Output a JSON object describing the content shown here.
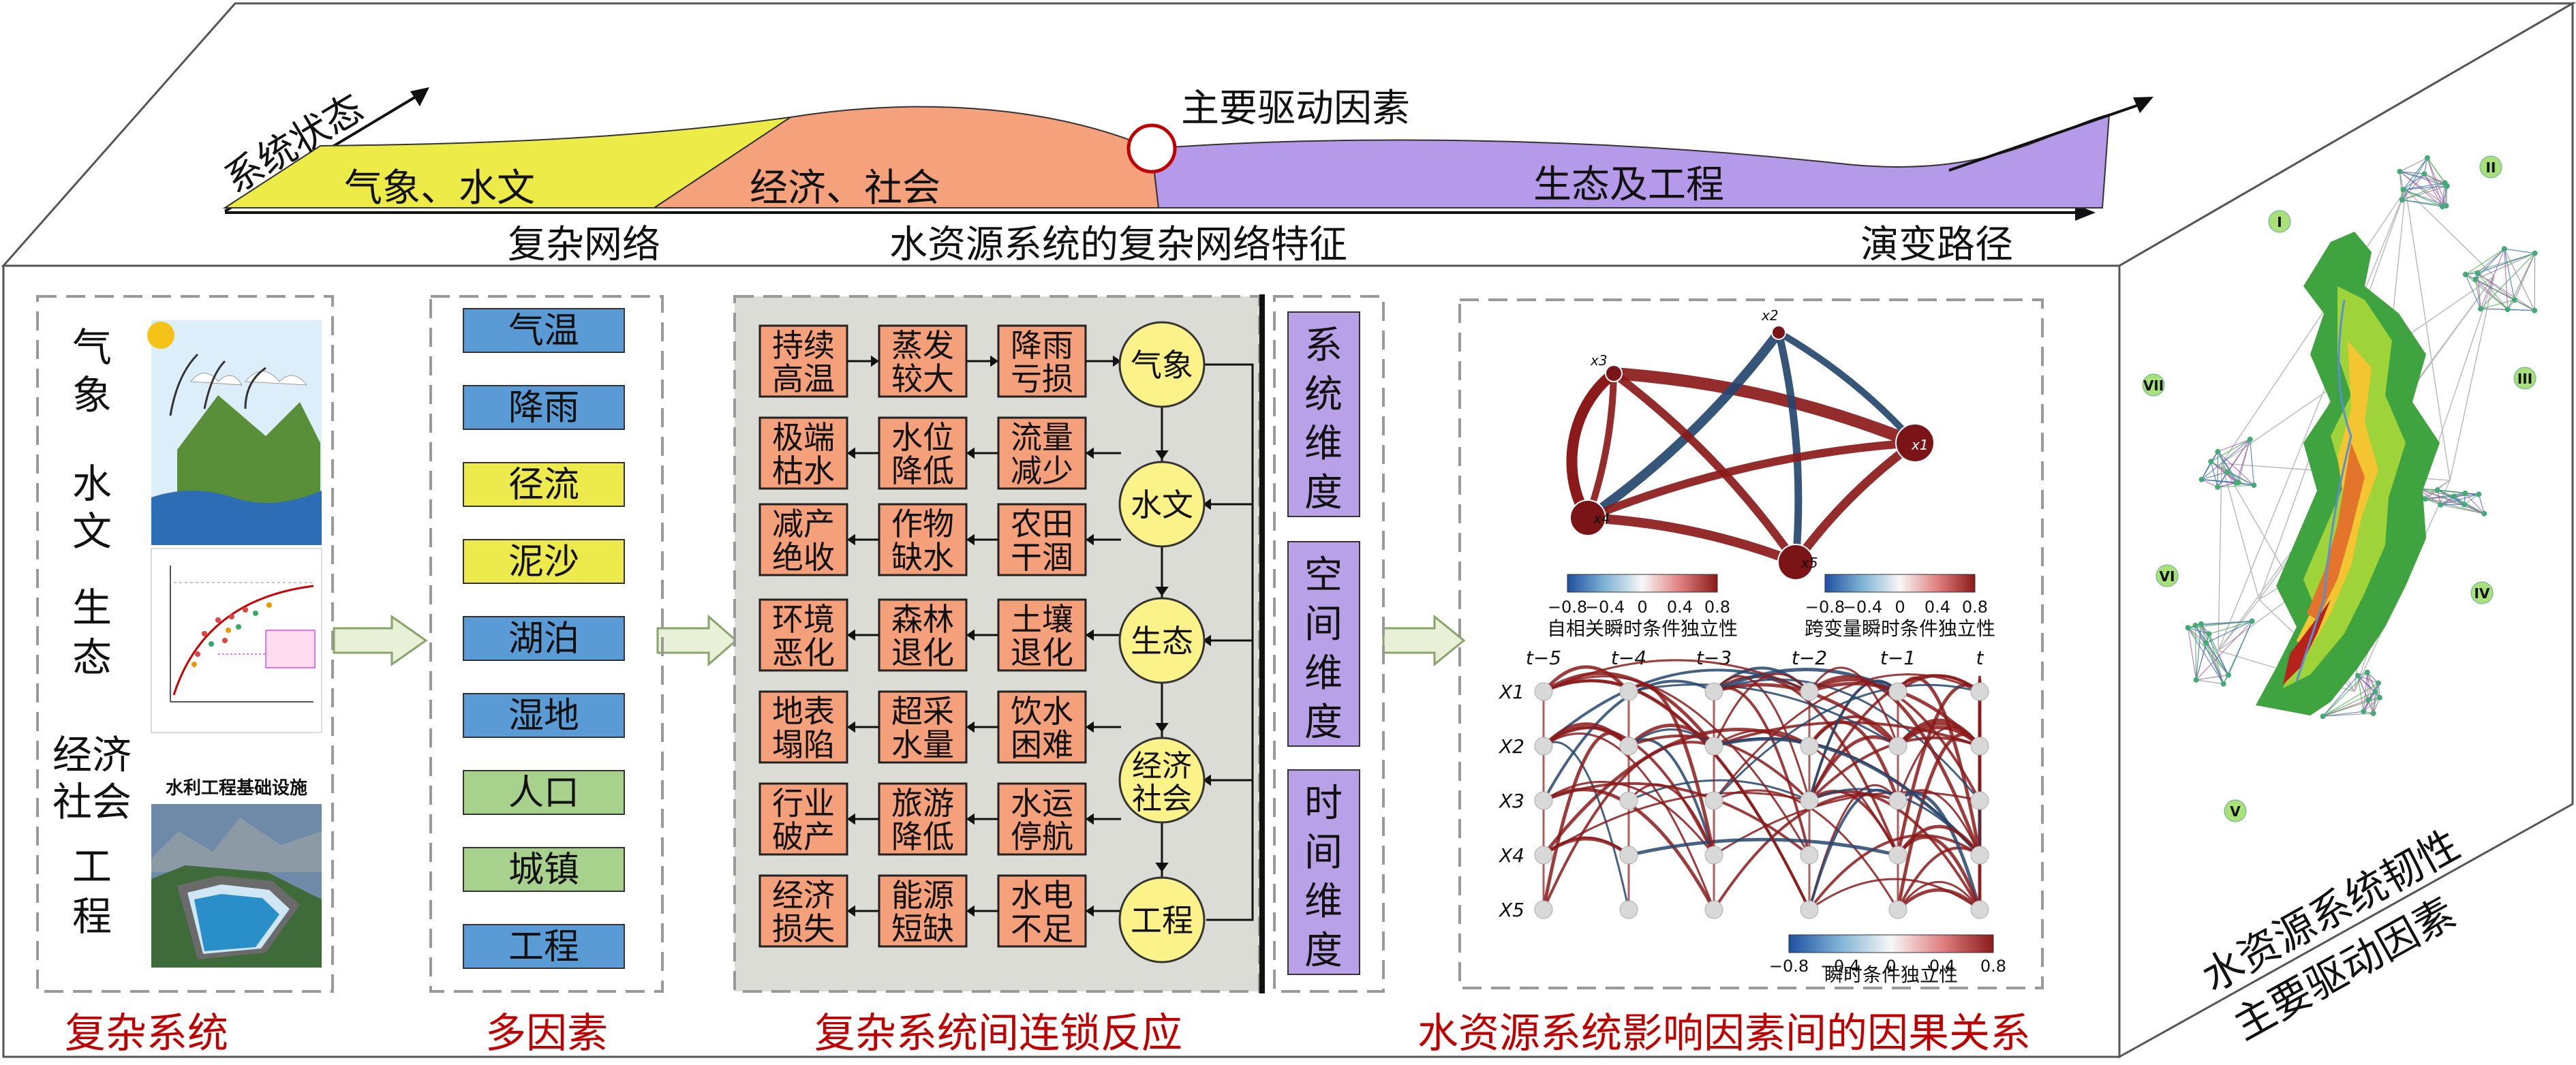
{
  "top": {
    "axis_label": "系统状态",
    "band1": "气象、水文",
    "band2": "经济、社会",
    "band3": "生态及工程",
    "main_driver": "主要驱动因素",
    "bottom_left": "复杂网络",
    "bottom_mid": "水资源系统的复杂网络特征",
    "bottom_right": "演变路径"
  },
  "panel1": {
    "labels": [
      "气",
      "象",
      "水",
      "文",
      "生",
      "态",
      "经济",
      "社会",
      "工",
      "程"
    ],
    "photo_caption": "水利工程基础设施",
    "title": "复杂系统"
  },
  "panel2": {
    "factors": [
      {
        "label": "气温",
        "color": "#5b9bd5"
      },
      {
        "label": "降雨",
        "color": "#5b9bd5"
      },
      {
        "label": "径流",
        "color": "#ecea4c"
      },
      {
        "label": "泥沙",
        "color": "#ecea4c"
      },
      {
        "label": "湖泊",
        "color": "#5b9bd5"
      },
      {
        "label": "湿地",
        "color": "#5b9bd5"
      },
      {
        "label": "人口",
        "color": "#a9d18e"
      },
      {
        "label": "城镇",
        "color": "#a9d18e"
      },
      {
        "label": "工程",
        "color": "#5b9bd5"
      }
    ],
    "title": "多因素"
  },
  "panel3": {
    "rows": [
      {
        "boxes": [
          [
            "持续",
            "高温"
          ],
          [
            "蒸发",
            "较大"
          ],
          [
            "降雨",
            "亏损"
          ]
        ],
        "circle": [
          "气象"
        ]
      },
      {
        "boxes": [
          [
            "极端",
            "枯水"
          ],
          [
            "水位",
            "降低"
          ],
          [
            "流量",
            "减少"
          ]
        ],
        "circle": [
          "水文"
        ]
      },
      {
        "boxes": [
          [
            "减产",
            "绝收"
          ],
          [
            "作物",
            "缺水"
          ],
          [
            "农田",
            "干涸"
          ]
        ],
        "circle": []
      },
      {
        "boxes": [
          [
            "环境",
            "恶化"
          ],
          [
            "森林",
            "退化"
          ],
          [
            "土壤",
            "退化"
          ]
        ],
        "circle": [
          "生态"
        ]
      },
      {
        "boxes": [
          [
            "地表",
            "塌陷"
          ],
          [
            "超采",
            "水量"
          ],
          [
            "饮水",
            "困难"
          ]
        ],
        "circle": []
      },
      {
        "boxes": [
          [
            "行业",
            "破产"
          ],
          [
            "旅游",
            "降低"
          ],
          [
            "水运",
            "停航"
          ]
        ],
        "circle": [
          "经济",
          "社会"
        ]
      },
      {
        "boxes": [
          [
            "经济",
            "损失"
          ],
          [
            "能源",
            "短缺"
          ],
          [
            "水电",
            "不足"
          ]
        ],
        "circle": [
          "工程"
        ]
      }
    ],
    "title": "复杂系统间连锁反应"
  },
  "dims": [
    "系统维度",
    "空间维度",
    "时间维度"
  ],
  "panel5": {
    "nodes": [
      "x1",
      "x2",
      "x3",
      "x4",
      "x5"
    ],
    "cb1": "自相关瞬时条件独立性",
    "cb2": "跨变量瞬时条件独立性",
    "cb3": "瞬时条件独立性",
    "cb_ticks": [
      "−0.8",
      "−0.4",
      "0",
      "0.4",
      "0.8"
    ],
    "times": [
      "t−5",
      "t−4",
      "t−3",
      "t−2",
      "t−1",
      "t"
    ],
    "series": [
      "X1",
      "X2",
      "X3",
      "X4",
      "X5"
    ],
    "title": "水资源系统影响因素间的因果关系"
  },
  "right": {
    "caption1": "水资源系统韧性",
    "caption2": "主要驱动因素",
    "roman": [
      "I",
      "II",
      "III",
      "IV",
      "V",
      "VI",
      "VII"
    ]
  },
  "colors": {
    "yellow_band": "#eceb48",
    "orange_band": "#f4a17c",
    "purple_band": "#b49ae8",
    "box_orange": "#f4a07a",
    "circle_yellow": "#fbf28a",
    "dim_purple": "#b9a1e8",
    "caption_red": "#c00000",
    "causal_red": "#8b1a1a",
    "causal_blue": "#24476e"
  }
}
